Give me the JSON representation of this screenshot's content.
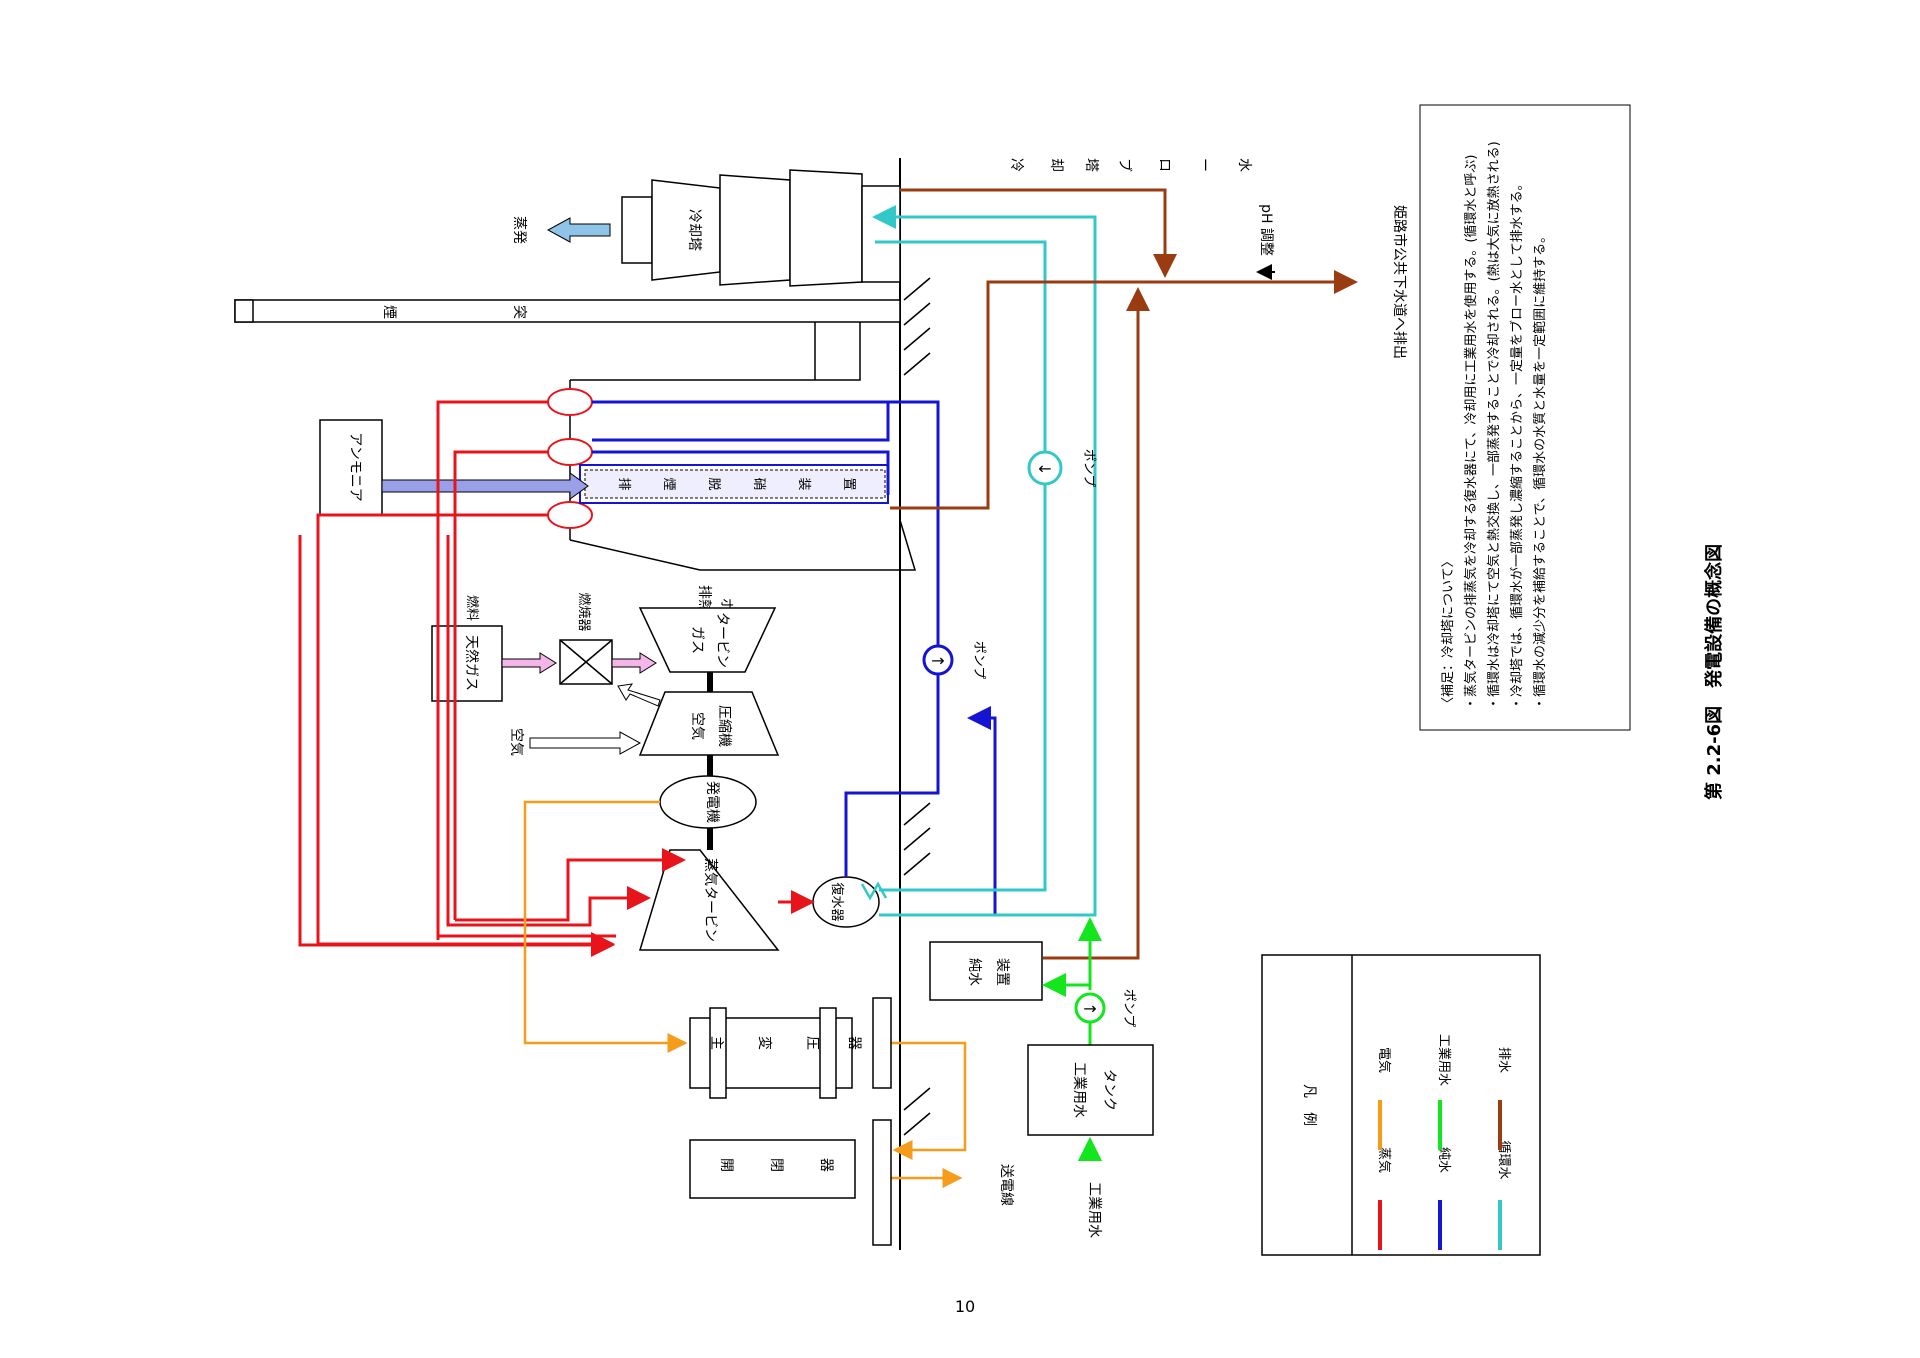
{
  "figure": {
    "caption": "第 2.2-6図　発電設備の概念図",
    "page_number": "10"
  },
  "components": {
    "cooling_tower": "冷却塔",
    "evaporation": "蒸発",
    "stack": [
      "煙",
      "突"
    ],
    "ammonia": "アンモニア",
    "denox": [
      "排",
      "煙",
      "脱",
      "硝",
      "装",
      "置"
    ],
    "hrsg": [
      "排熱回収",
      "ボイラ"
    ],
    "natural_gas": "天然ガス",
    "fuel": "燃料",
    "combustor": "燃焼器",
    "gas_turbine": [
      "ガス",
      "タービン"
    ],
    "air": "空気",
    "compressor": [
      "空気",
      "圧縮機"
    ],
    "generator": "発電機",
    "steam_turbine": "蒸気タービン",
    "condenser": "復水器",
    "pure_water_device": [
      "純水",
      "装置"
    ],
    "ind_water_tank": [
      "工業用水",
      "タンク"
    ],
    "ind_water_in": "工業用水",
    "main_transformer": [
      "主",
      "変",
      "圧",
      "器"
    ],
    "switchgear": [
      "開",
      "閉",
      "器"
    ],
    "transmission_line": "送電線",
    "pump": "ポンプ",
    "blowdown": [
      "冷",
      "却",
      "塔",
      "ブ",
      "ロ",
      "ー",
      "水"
    ],
    "ph_adjust": "pH 調整",
    "discharge": "姫路市公共下水道へ排出"
  },
  "legend": {
    "title": "凡　例",
    "items": [
      {
        "label": "蒸気",
        "color": "#e8141c"
      },
      {
        "label": "純水",
        "color": "#1414d2"
      },
      {
        "label": "循環水",
        "color": "#32c8c8"
      },
      {
        "label": "電気",
        "color": "#f59c1a"
      },
      {
        "label": "工業用水",
        "color": "#14e61e"
      },
      {
        "label": "排水",
        "color": "#9a3c12"
      }
    ]
  },
  "note": {
    "title": "〈補足：冷却塔について〉",
    "lines": [
      "・蒸気タービンの排蒸気を冷却する復水器にて、冷却用に工業用水を使用する。(循環水と呼ぶ)",
      "・循環水は冷却塔にて空気と熱交換し、一部蒸発することで冷却される。(熱は大気に放熱される)",
      "・冷却塔では、循環水が一部蒸発し濃縮することから、一定量をブロー水として排水する。",
      "・循環水の減少分を補給することで、循環水の水質と水量を一定範囲に維持する。"
    ]
  },
  "colors": {
    "steam": "#e8141c",
    "pure": "#1414d2",
    "circ": "#32c8c8",
    "elec": "#f59c1a",
    "ind": "#14e61e",
    "drain": "#9a3c12"
  }
}
